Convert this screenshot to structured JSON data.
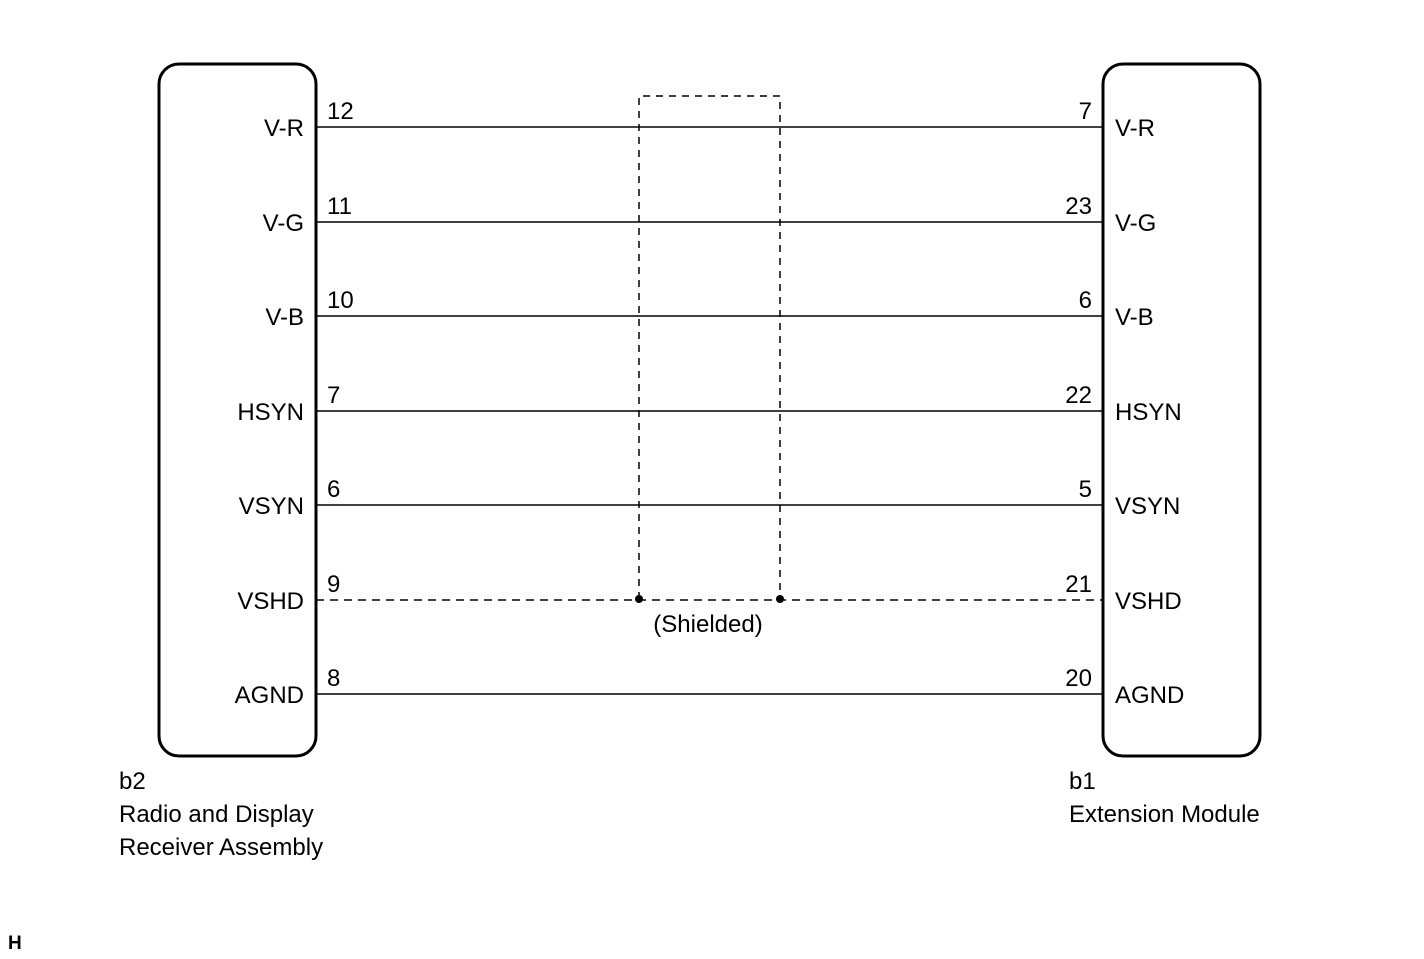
{
  "left_connector": {
    "code": "b2",
    "name_line1": "Radio and Display",
    "name_line2": "Receiver Assembly"
  },
  "right_connector": {
    "code": "b1",
    "name_line1": "Extension Module"
  },
  "signals": [
    {
      "left_label": "V-R",
      "left_pin": "12",
      "right_pin": "7",
      "right_label": "V-R",
      "shielded": false
    },
    {
      "left_label": "V-G",
      "left_pin": "11",
      "right_pin": "23",
      "right_label": "V-G",
      "shielded": false
    },
    {
      "left_label": "V-B",
      "left_pin": "10",
      "right_pin": "6",
      "right_label": "V-B",
      "shielded": false
    },
    {
      "left_label": "HSYN",
      "left_pin": "7",
      "right_pin": "22",
      "right_label": "HSYN",
      "shielded": false
    },
    {
      "left_label": "VSYN",
      "left_pin": "6",
      "right_pin": "5",
      "right_label": "VSYN",
      "shielded": false
    },
    {
      "left_label": "VSHD",
      "left_pin": "9",
      "right_pin": "21",
      "right_label": "VSHD",
      "shielded": true
    },
    {
      "left_label": "AGND",
      "left_pin": "8",
      "right_pin": "20",
      "right_label": "AGND",
      "shielded": false
    }
  ],
  "shield_label": "(Shielded)",
  "corner_mark": "H"
}
